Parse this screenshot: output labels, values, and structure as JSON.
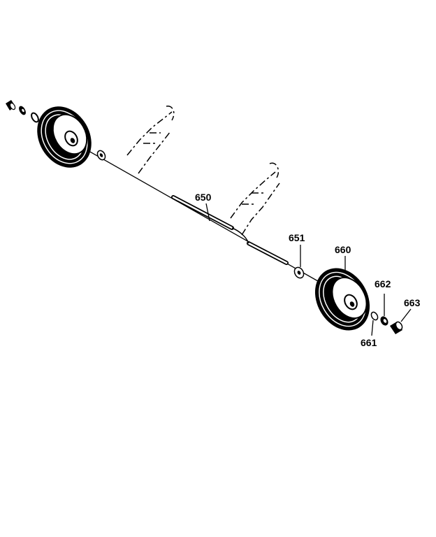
{
  "diagram": {
    "labels": {
      "axle": "650",
      "axle_washer": "651",
      "wheel": "660",
      "wheel_washer": "661",
      "bushing": "662",
      "hub_cap": "663"
    }
  }
}
